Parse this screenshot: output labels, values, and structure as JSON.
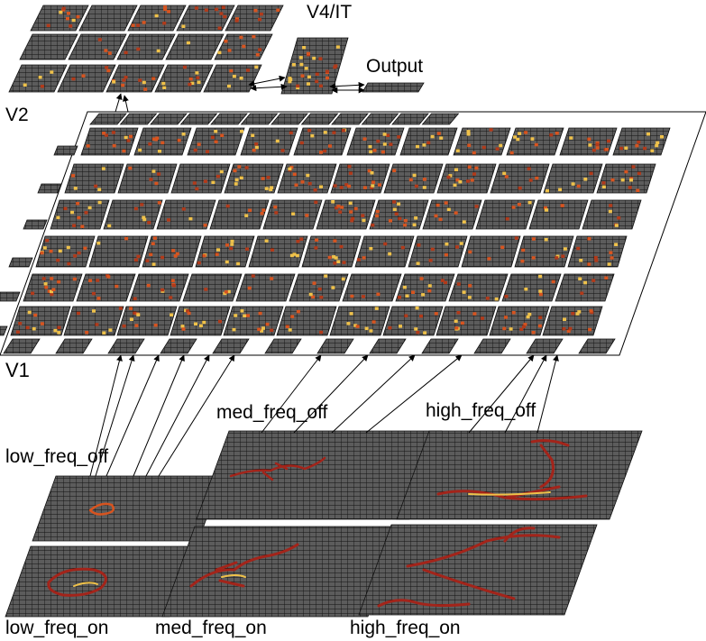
{
  "labels": {
    "v4it": "V4/IT",
    "output": "Output",
    "v2": "V2",
    "v1": "V1",
    "med_freq_off": "med_freq_off",
    "high_freq_off": "high_freq_off",
    "low_freq_off": "low_freq_off",
    "low_freq_on": "low_freq_on",
    "med_freq_on": "med_freq_on",
    "high_freq_on": "high_freq_on"
  },
  "colors": {
    "unit_off": "#5c5c5c",
    "grid_line": "#111111",
    "active_dim": "#b23a1a",
    "active_mid": "#d8541f",
    "active_bright": "#f0c24a",
    "contour": "#a3241a",
    "plane_border": "#000000",
    "background": "#ffffff"
  }
}
